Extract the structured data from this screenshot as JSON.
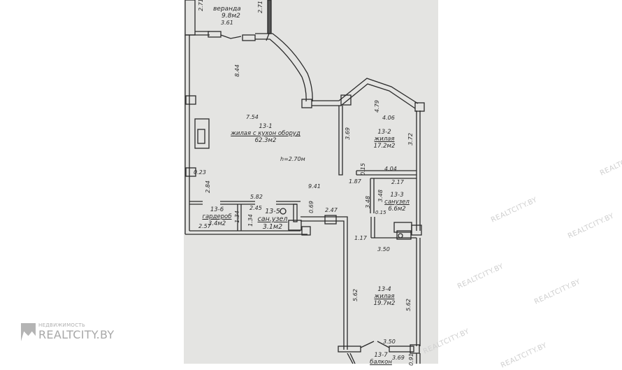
{
  "plan": {
    "rooms": [
      {
        "id": "13-1",
        "name": "жилая с кухон оборуд",
        "area": "62.3м2",
        "height": "h=2.70м"
      },
      {
        "id": "13-2",
        "name": "жилая",
        "area": "17.2м2"
      },
      {
        "id": "13-3",
        "name": "санузел",
        "area": "6.6м2"
      },
      {
        "id": "13-4",
        "name": "жилая",
        "area": "19.7м2"
      },
      {
        "id": "13-5",
        "name": "сан.узел",
        "area": "3.1м2"
      },
      {
        "id": "13-6",
        "name": "гардероб",
        "area": "3.4м2"
      },
      {
        "id": "13-7",
        "name": "балкон"
      },
      {
        "name": "веранда",
        "area": "9.8м2"
      }
    ],
    "dimensions": [
      "2.71",
      "2.71",
      "3.61",
      "8.44",
      "7.54",
      "0.23",
      "2.84",
      "5.82",
      "9.41",
      "2.45",
      "1.34",
      "1.34",
      "2.57",
      "0.69",
      "2.47",
      "4.79",
      "4.06",
      "3.69",
      "3.72",
      "1.87",
      "0.15",
      "4.04",
      "2.17",
      "3.48",
      "3.48",
      "0.15",
      "1.17",
      "3.50",
      "5.62",
      "5.62",
      "3.50",
      "3.69",
      "0.91"
    ]
  },
  "watermarks": {
    "logo_small": "НЕДВИЖИМОСТЬ",
    "logo_big": "REALTCITY.BY",
    "tiled": "REALTCITY.BY"
  }
}
